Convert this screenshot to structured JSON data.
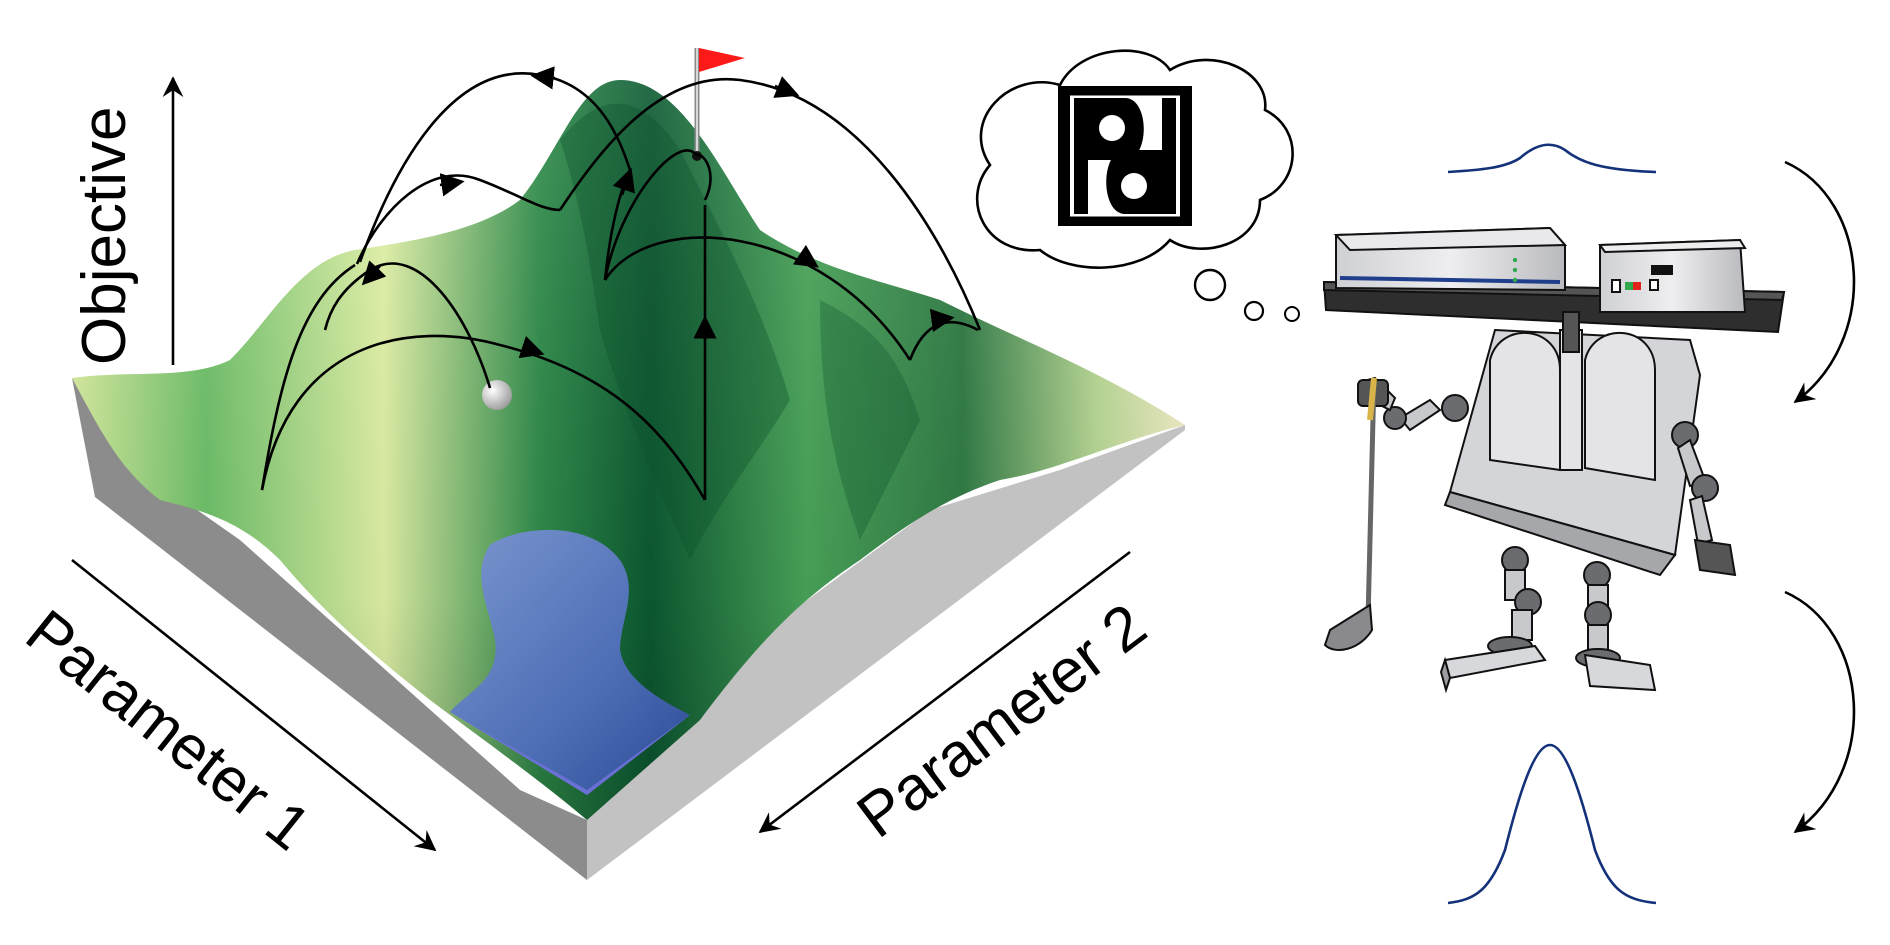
{
  "axes": {
    "vertical_label": "Objective",
    "param1_label": "Parameter 1",
    "param2_label": "Parameter 2"
  },
  "icons": {
    "flag": "flag-icon",
    "ball": "golf-ball-icon",
    "logo": "lab-logo-icon",
    "robot": "robot-golfer-icon",
    "cycle": "curved-arrow-icon"
  },
  "colors": {
    "terrain_dark": "#0c5a32",
    "terrain_mid": "#3f9a55",
    "terrain_light": "#e6f3b2",
    "terrain_cream": "#f3efc6",
    "water": "#5a79b8",
    "water_deep": "#2d4a93",
    "base_side": "#9a9a9a",
    "base_front": "#c4c4c4",
    "flag": "#ff1a1a",
    "profile_line": "#14327a"
  }
}
